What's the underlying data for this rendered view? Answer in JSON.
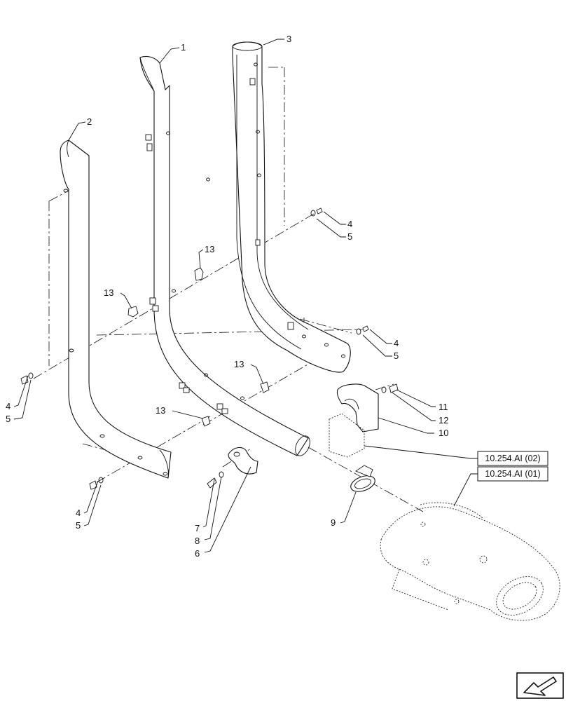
{
  "callouts": [
    "1",
    "2",
    "3",
    "4",
    "5",
    "6",
    "7",
    "8",
    "9",
    "10",
    "11",
    "12",
    "13"
  ],
  "references": [
    "10.254.AI (02)",
    "10.254.AI (01)"
  ],
  "nav_icon": "arrow-back-icon"
}
